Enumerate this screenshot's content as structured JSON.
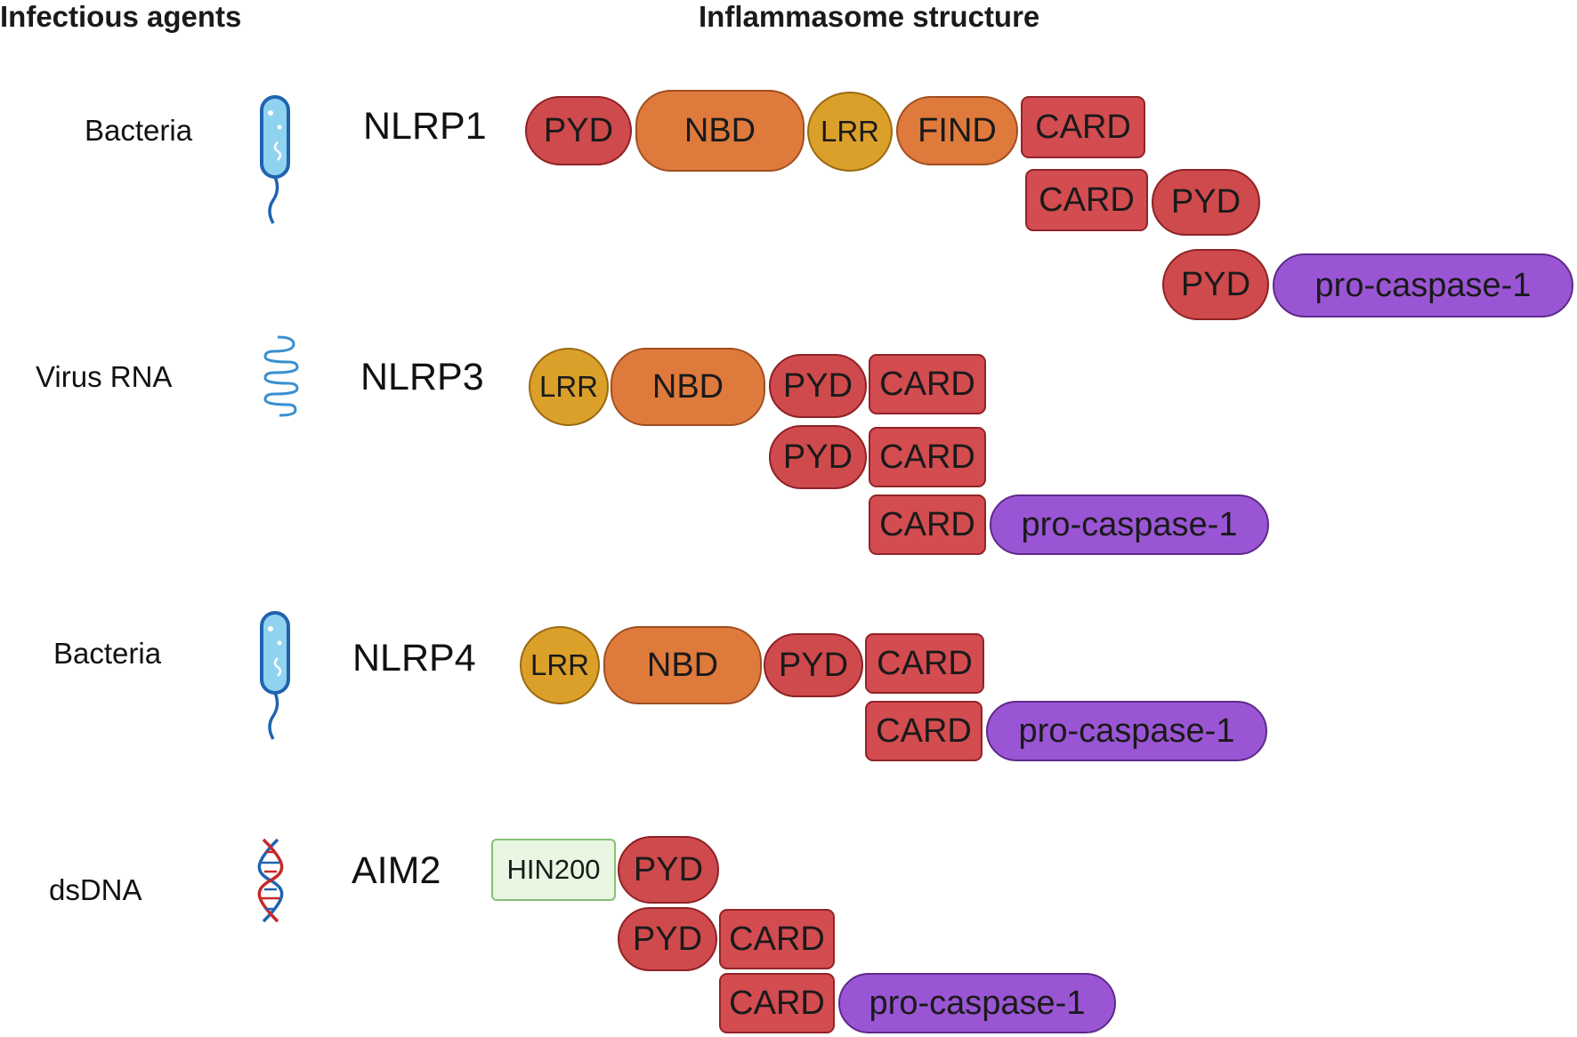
{
  "headers": {
    "left": "Infectious agents",
    "right": "Inflammasome structure"
  },
  "agents": {
    "nlrp1": "Bacteria",
    "nlrp3": "Virus RNA",
    "nlrp4": "Bacteria",
    "aim2": "dsDNA"
  },
  "receptors": {
    "nlrp1": "NLRP1",
    "nlrp3": "NLRP3",
    "nlrp4": "NLRP4",
    "aim2": "AIM2"
  },
  "domains": {
    "pyd": "PYD",
    "nbd": "NBD",
    "lrr": "LRR",
    "find": "FIND",
    "card": "CARD",
    "hin200": "HIN200",
    "procaspase": "pro-caspase-1"
  },
  "icons": {
    "bacteria": "bacterium-icon",
    "rna": "rna-coil-icon",
    "dna": "dna-helix-icon"
  },
  "colors": {
    "pyd_card": "#cf4a4c",
    "nbd_find": "#df7a3d",
    "lrr": "#dba02a",
    "procaspase": "#9a55d4",
    "hin200": "#e8f6e2",
    "icon_blue": "#2e7fc6"
  }
}
